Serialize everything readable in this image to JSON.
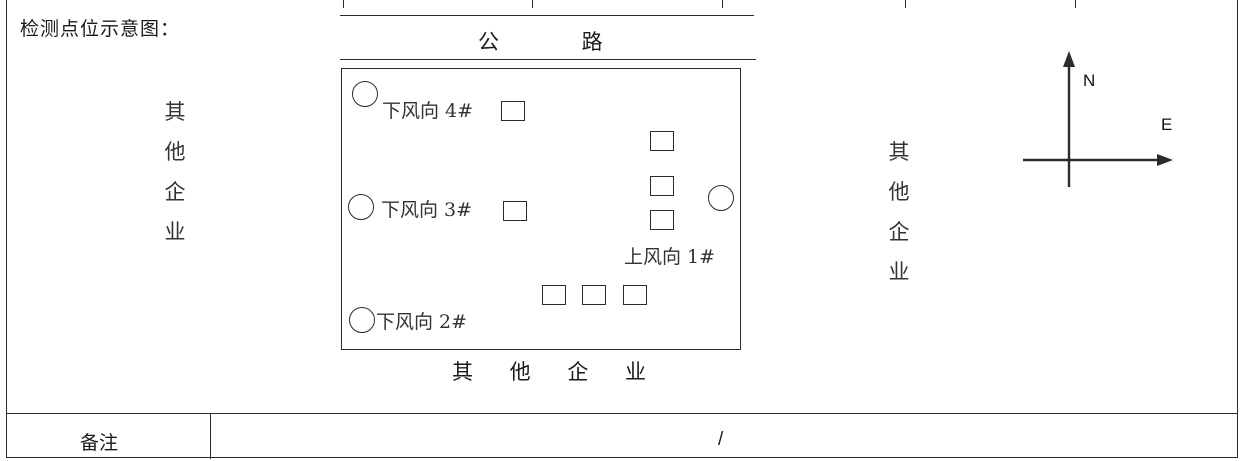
{
  "form": {
    "title": "检测点位示意图：",
    "road_label": "公 路",
    "left_side_label": [
      "其",
      "他",
      "企",
      "业"
    ],
    "right_side_label": [
      "其",
      "他",
      "企",
      "业"
    ],
    "bottom_label": "其 他 企 业"
  },
  "points": [
    {
      "label": "下风向 4#"
    },
    {
      "label": "下风向 3#"
    },
    {
      "label": "下风向 2#"
    },
    {
      "label": "上风向 1#"
    }
  ],
  "compass": {
    "north": "N",
    "east": "E"
  },
  "notes": {
    "label": "备注",
    "value": "/"
  },
  "colors": {
    "ink": "#2b2b2b",
    "background": "#ffffff"
  }
}
